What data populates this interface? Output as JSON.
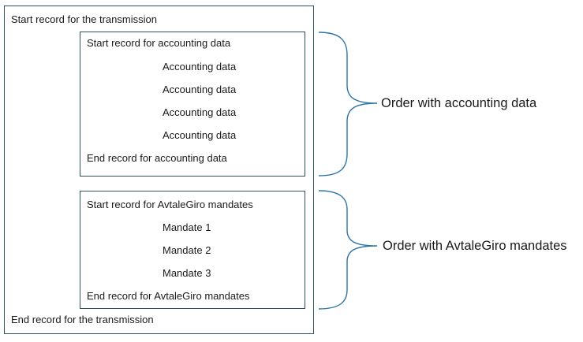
{
  "transmission": {
    "start": "Start record for the transmission",
    "end": "End record for the transmission"
  },
  "accounting_order": {
    "start": "Start record for accounting data",
    "items": [
      "Accounting data",
      "Accounting data",
      "Accounting data",
      "Accounting data"
    ],
    "end": "End record for accounting data",
    "label": "Order with accounting data"
  },
  "mandate_order": {
    "start": "Start record for AvtaleGiro mandates",
    "items": [
      "Mandate 1",
      "Mandate 2",
      "Mandate 3"
    ],
    "end": "End record for AvtaleGiro mandates",
    "label": "Order with AvtaleGiro mandates"
  },
  "colors": {
    "border": "#2f4f5a",
    "brace": "#2e75a8",
    "text": "#1a1a1a"
  }
}
